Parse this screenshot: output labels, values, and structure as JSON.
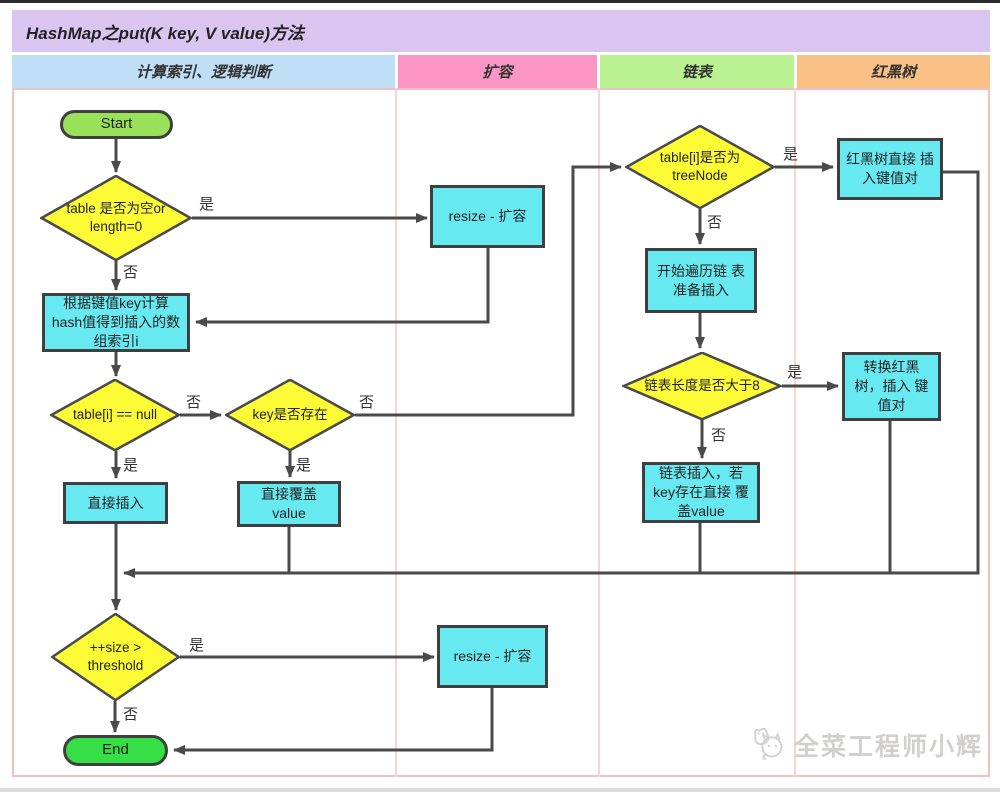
{
  "title": "HashMap之put(K key, V value)方法",
  "lanes": [
    {
      "label": "计算索引、逻辑判断",
      "color": "#bfdff7"
    },
    {
      "label": "扩容",
      "color": "#fb96c4"
    },
    {
      "label": "链表",
      "color": "#b9f193"
    },
    {
      "label": "红黑树",
      "color": "#f9c186"
    }
  ],
  "labels": {
    "yes": "是",
    "no": "否"
  },
  "nodes": {
    "start": "Start",
    "check_empty": "table 是否为空or length=0",
    "calc_hash": "根据键值key计算hash值得到插入的数组索引i",
    "check_null": "table[i] == null",
    "check_key": "key是否存在",
    "direct_insert": "直接插入",
    "overwrite_value": "直接覆盖 value",
    "resize1": "resize - 扩容",
    "check_treenode": "table[i]是否为 treeNode",
    "rbt_insert": "红黑树直接 插入键值对",
    "traverse_list": "开始遍历链 表准备插入",
    "check_length": "链表长度是否大于8",
    "convert_rbt": "转换红黑 树，插入 键值对",
    "list_insert": "链表插入，若 key存在直接 覆盖value",
    "check_size": "++size > threshold",
    "resize2": "resize - 扩容",
    "end": "End"
  },
  "watermark": "全菜工程师小辉",
  "colors": {
    "title_bg": "#d9c5ef",
    "diamond_fill": "#fdfb35",
    "process_fill": "#67e9f1",
    "start_fill": "#99e158",
    "end_fill": "#35df45",
    "arrow": "#4a4a4a",
    "lane_border": "#f5bfbf"
  }
}
